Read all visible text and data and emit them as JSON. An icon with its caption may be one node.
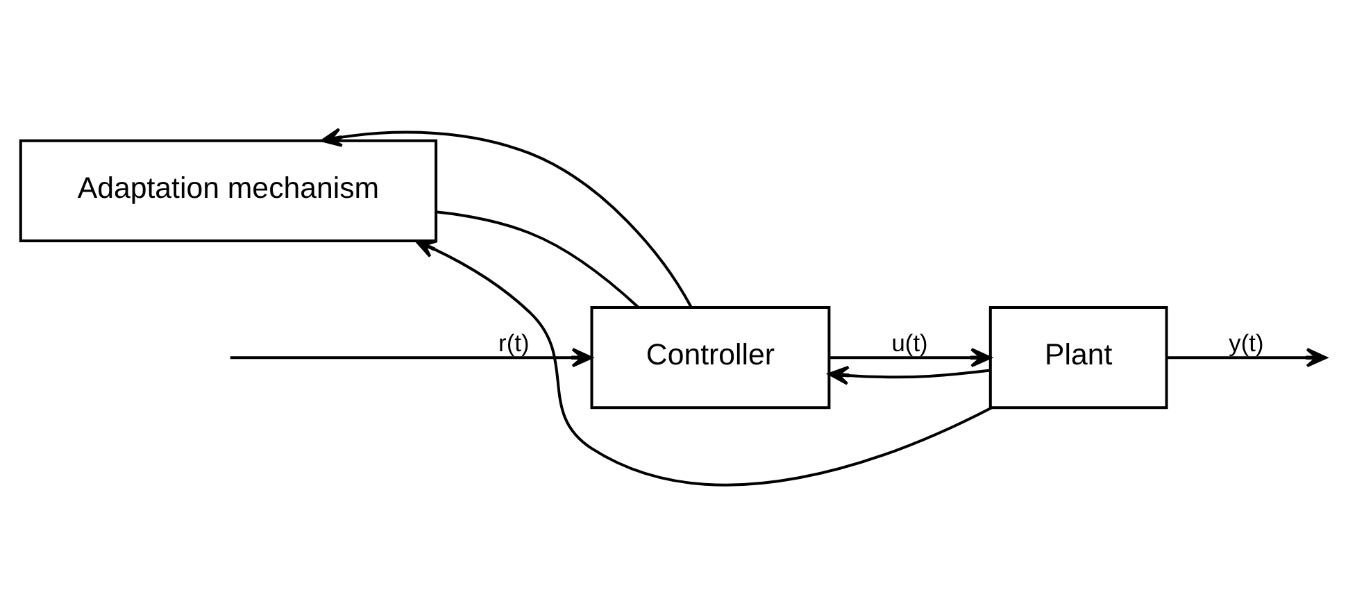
{
  "diagram": {
    "nodes": [
      {
        "text": [
          "Adaptation mechanism"
        ]
      },
      {
        "text": [
          "Controller"
        ]
      },
      {
        "text": [
          "Plant"
        ]
      }
    ],
    "edges": [
      {
        "from": null,
        "to": 1,
        "arrow": "to",
        "label": "r(t)"
      },
      {
        "from": 1,
        "to": 2,
        "arrow": "to",
        "label": "u(t)"
      },
      {
        "from": 1,
        "to": 0,
        "arrow": "to"
      },
      {
        "from": 0,
        "to": 1,
        "arrow": "none"
      },
      {
        "from": 2,
        "to": null,
        "arrow": "to",
        "label": "y(t)"
      },
      {
        "from": 2,
        "to": 0,
        "arrow": "to"
      },
      {
        "from": 2,
        "to": 1,
        "arrow": "to"
      }
    ]
  }
}
